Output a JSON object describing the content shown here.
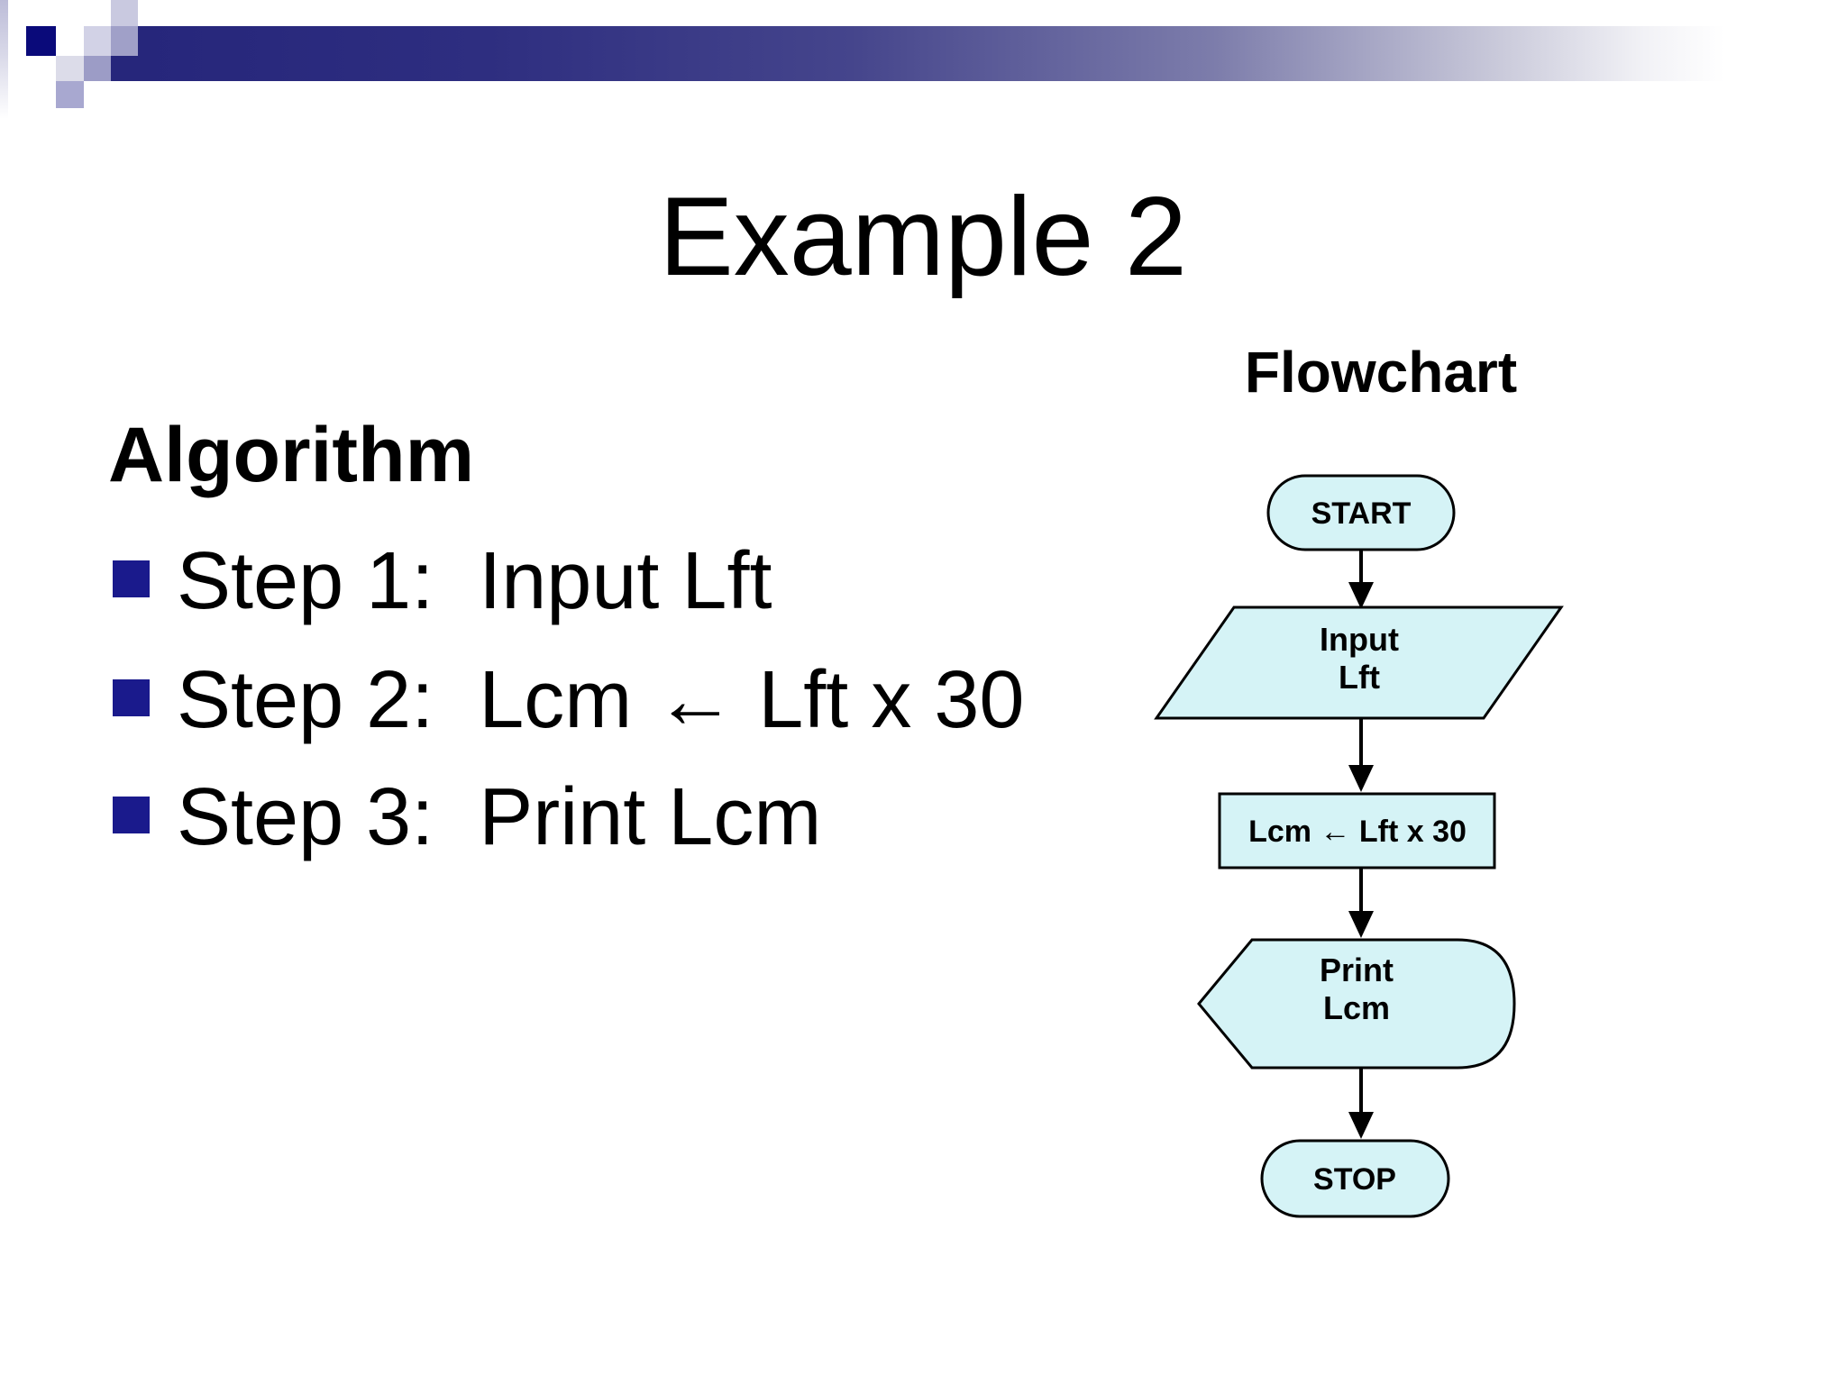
{
  "slide": {
    "title": "Example 2",
    "algorithm": {
      "heading": "Algorithm",
      "steps": [
        "Step 1:  Input Lft",
        "Step 2:  Lcm ← Lft x 30",
        "Step 3:  Print Lcm"
      ]
    },
    "flowchart": {
      "heading": "Flowchart",
      "start_label": "START",
      "input_line1": "Input",
      "input_line2": "Lft",
      "process_label": "Lcm ← Lft x 30",
      "print_line1": "Print",
      "print_line2": "Lcm",
      "stop_label": "STOP"
    },
    "colors": {
      "node_fill": "#d5f3f6",
      "node_border": "#000000",
      "bullet_square": "#1a1a8c",
      "header_bar_navy": "#26267b",
      "mosaic_dark_navy": "#0a0a7a"
    }
  }
}
